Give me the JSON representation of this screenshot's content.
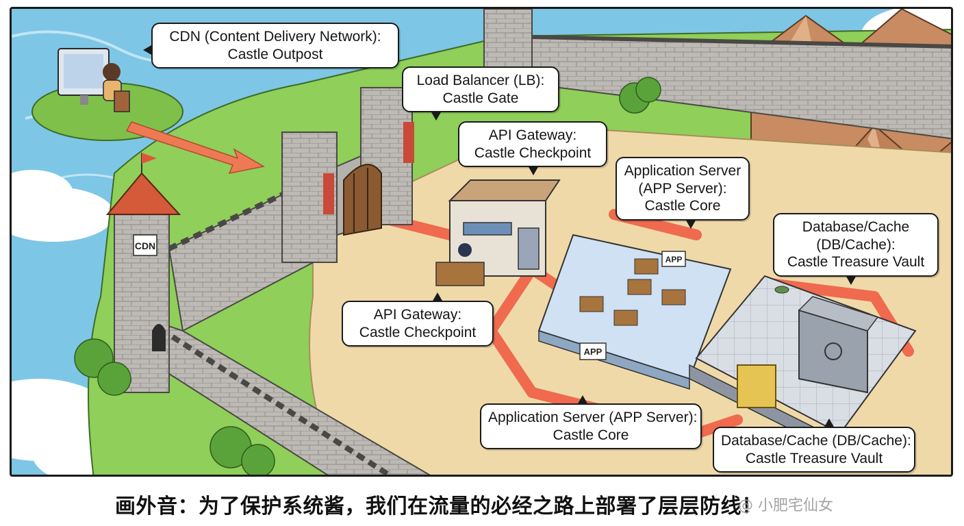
{
  "labels": {
    "cdn_outpost": {
      "line1": "CDN  (Content Delivery Network):",
      "line2": "Castle Outpost"
    },
    "load_balancer": {
      "line1": "Load Balancer (LB):",
      "line2": "Castle Gate"
    },
    "api_gateway_top": {
      "line1": "API Gateway:",
      "line2": "Castle Checkpoint"
    },
    "app_server_top": {
      "line1": "Application Server",
      "line2": "(APP Server):",
      "line3": "Castle Core"
    },
    "db_cache_top": {
      "line1": "Database/Cache",
      "line2": "(DB/Cache):",
      "line3": "Castle Treasure Vault"
    },
    "api_gateway_bottom": {
      "line1": "API Gateway:",
      "line2": "Castle Checkpoint"
    },
    "app_server_bottom": {
      "line1": "Application Server (APP Server):",
      "line2": "Castle Core"
    },
    "db_cache_bottom": {
      "line1": "Database/Cache (DB/Cache):",
      "line2": "Castle Treasure Vault"
    }
  },
  "signs": {
    "tower": "CDN",
    "app_room": "APP",
    "app_sign": "APP"
  },
  "caption": {
    "text": "画外音：为了保护系统酱，我们在流量的必经之路上部署了层层防线！",
    "watermark": "@ 小肥宅仙女"
  },
  "colors": {
    "sea": "#7ec6e6",
    "grass": "#8fcf5a",
    "sand": "#f0d9a8",
    "path": "#ef6a4e",
    "wall": "#b9b7b3",
    "arrow": "#ee7a55"
  }
}
